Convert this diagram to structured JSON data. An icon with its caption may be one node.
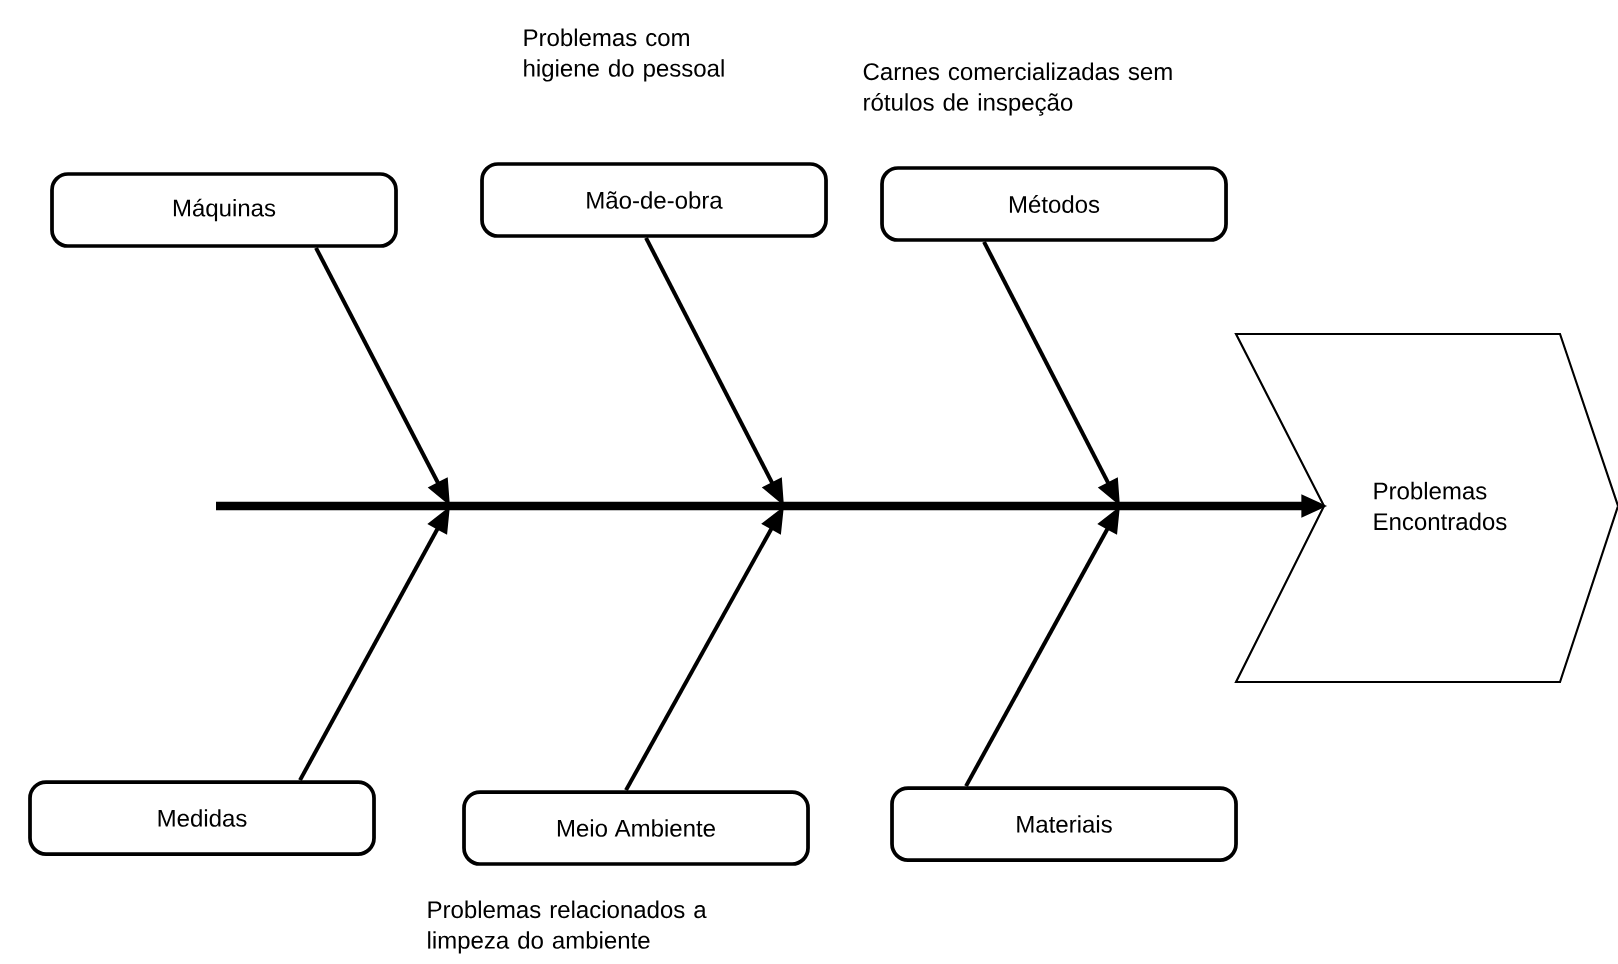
{
  "diagram": {
    "nodes": [
      {
        "text": [
          "Máquinas"
        ]
      },
      {
        "text": [
          "Mão-de-obra"
        ],
        "beside": [
          "Problemas com higiene do pessoal"
        ]
      },
      {
        "text": [
          "Métodos"
        ],
        "beside": [
          "Carnes comercializadas sem rótulos de inspeção"
        ]
      },
      {
        "text": [
          "Medidas"
        ]
      },
      {
        "text": [
          "Meio Ambiente"
        ],
        "beside": [
          "Problemas relacionados a limpeza do ambiente"
        ]
      },
      {
        "text": [
          "Materiais"
        ]
      },
      {
        "text": [
          "Problemas Encontrados"
        ]
      }
    ],
    "edges": [
      {
        "from": null,
        "to": 6,
        "arrow": "to",
        "style": "thick"
      },
      {
        "from": 0,
        "to": null,
        "arrow": "to"
      },
      {
        "from": 1,
        "to": null,
        "arrow": "to"
      },
      {
        "from": 2,
        "to": null,
        "arrow": "to"
      },
      {
        "from": 3,
        "to": null,
        "arrow": "to"
      },
      {
        "from": 4,
        "to": null,
        "arrow": "to"
      },
      {
        "from": 5,
        "to": null,
        "arrow": "to"
      }
    ]
  }
}
